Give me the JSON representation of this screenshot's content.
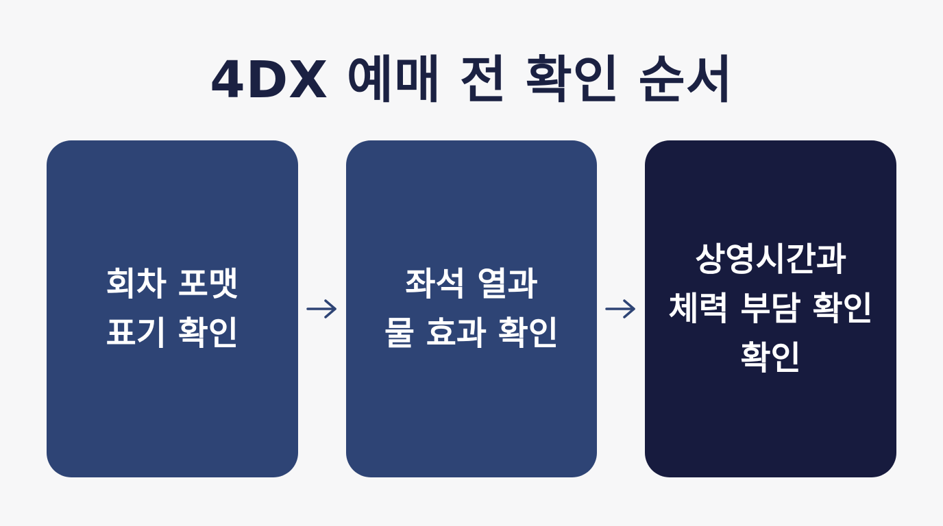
{
  "title": "4DX 예매 전 확인 순서",
  "steps": [
    {
      "label": "회차 포맷\n표기 확인",
      "color": "#2e4475"
    },
    {
      "label": "좌석 열과\n물 효과 확인",
      "color": "#2e4475"
    },
    {
      "label": "상영시간과\n체력 부담 확인\n확인",
      "color": "#171b3e"
    }
  ],
  "connector_icon": "arrow-right-icon"
}
